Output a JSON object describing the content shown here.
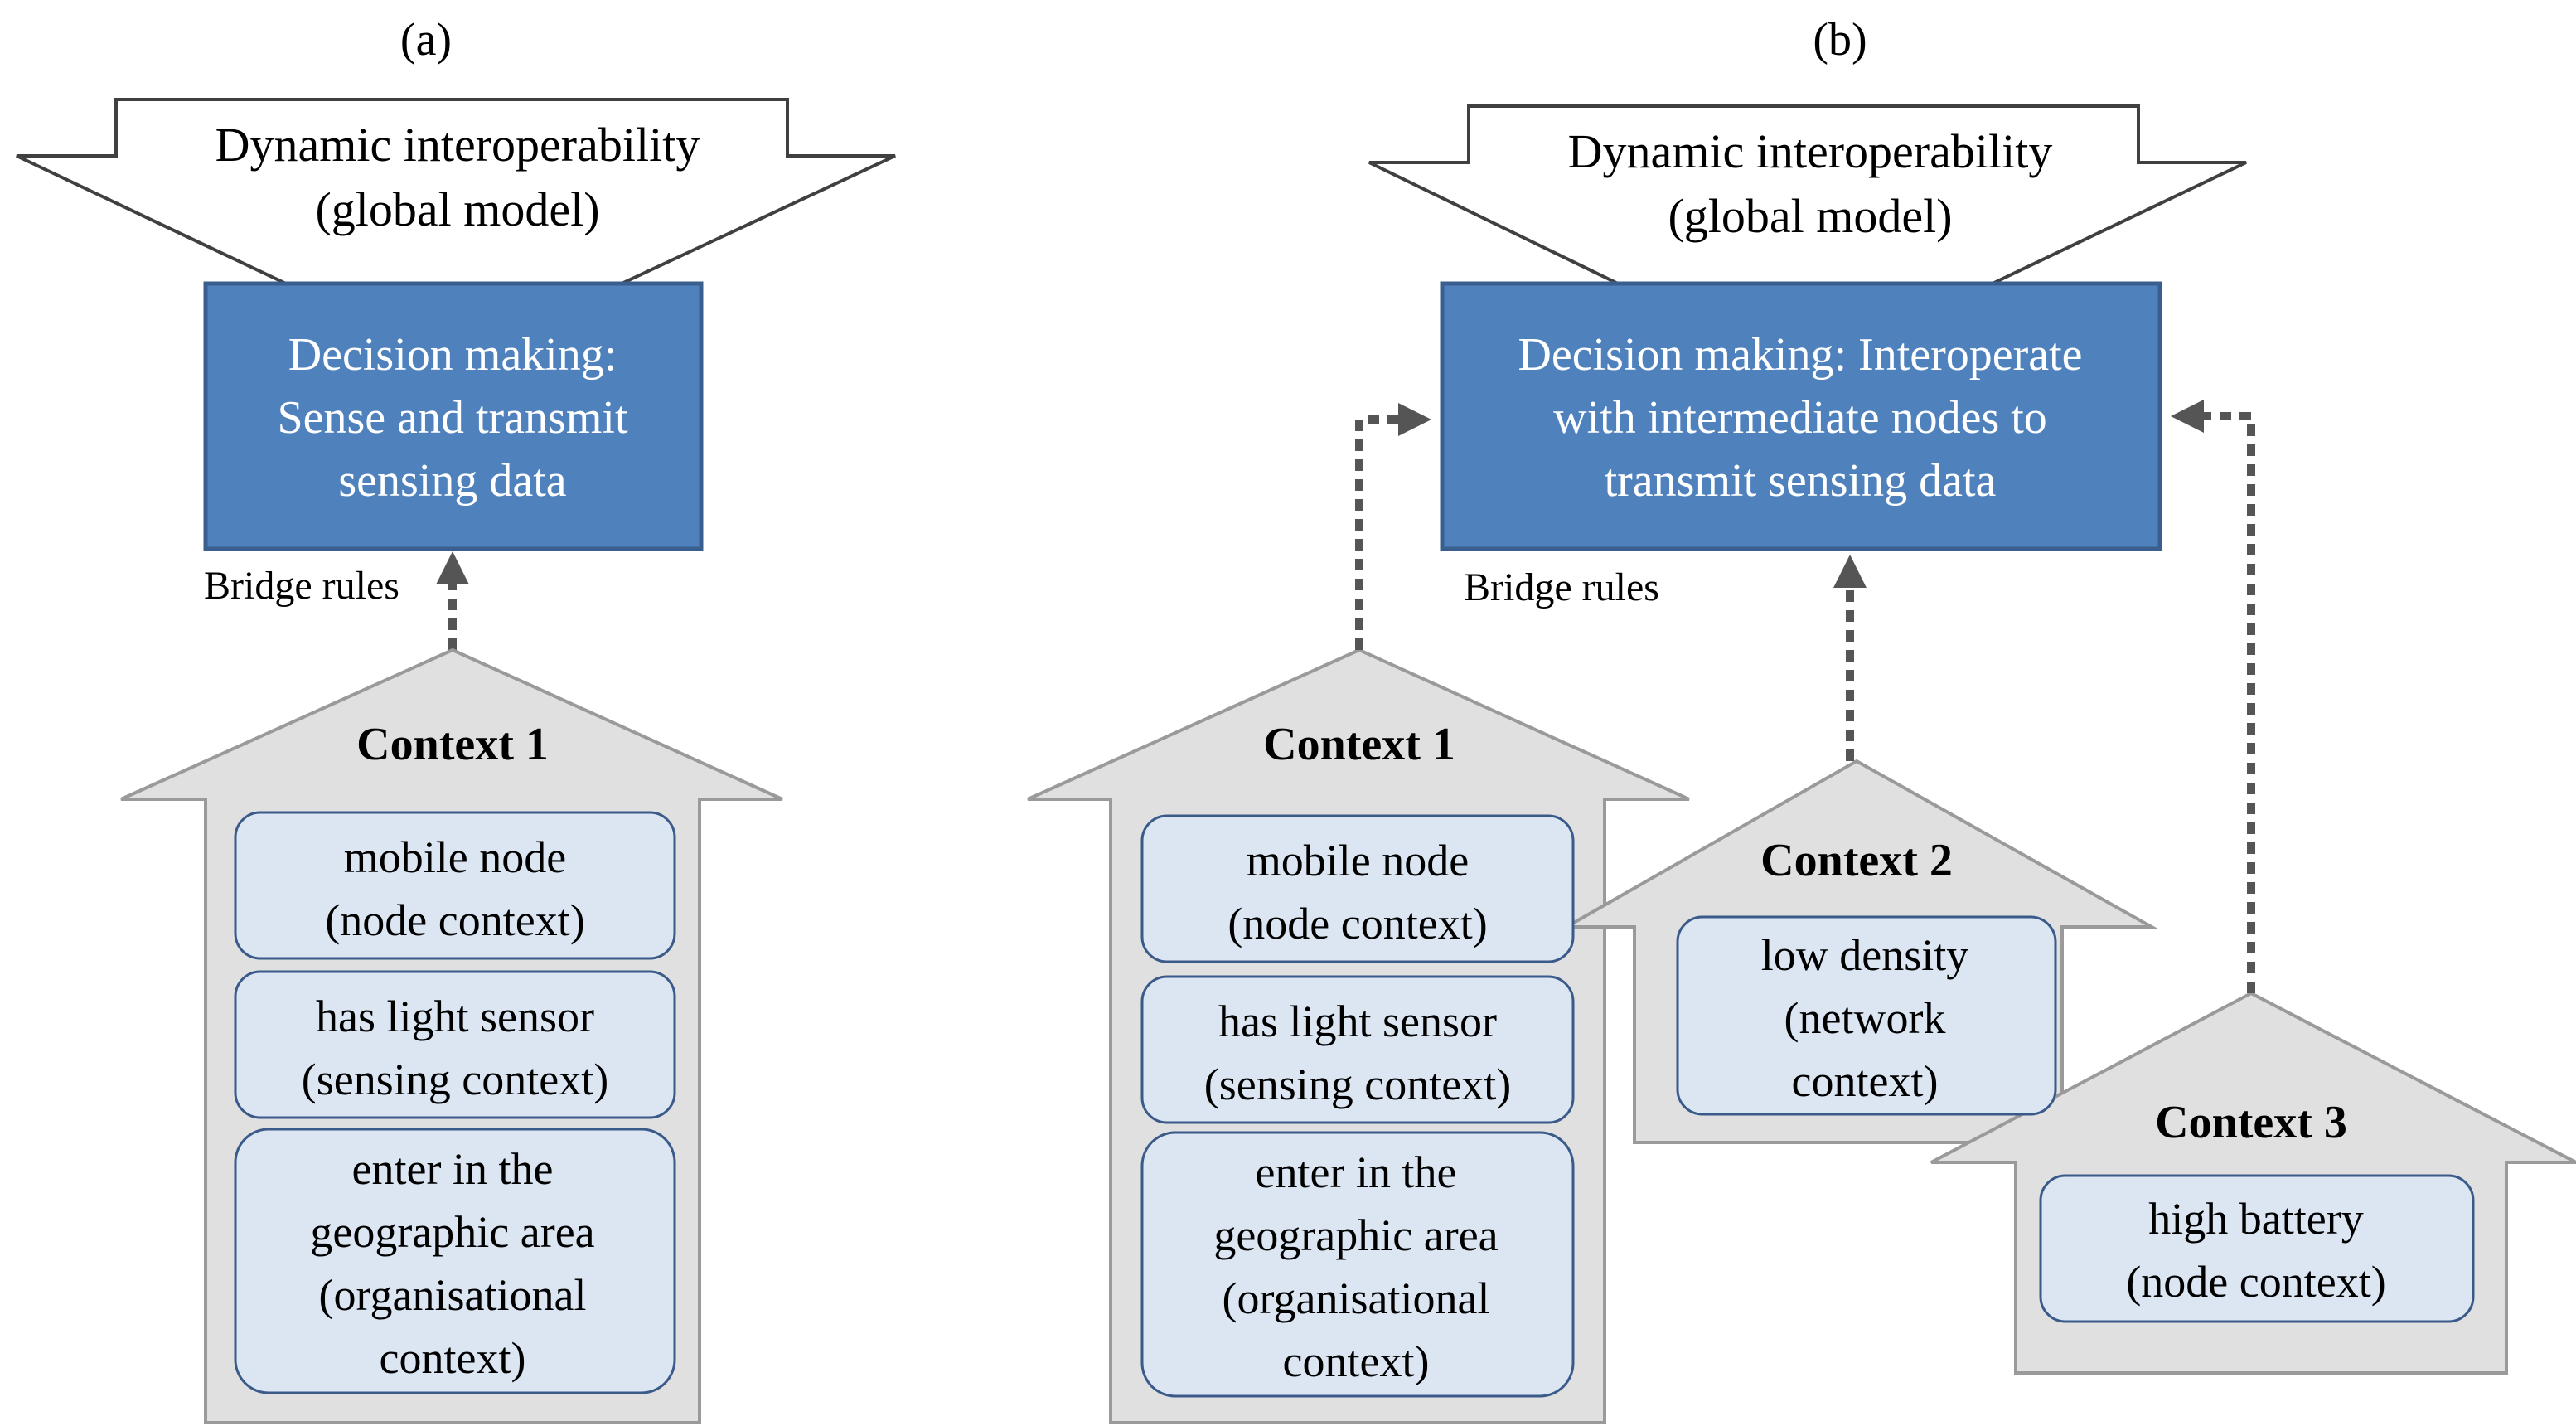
{
  "colors": {
    "decision_fill": "#4f81bd",
    "decision_stroke": "#3a5f8f",
    "context_fill": "#e0e0e0",
    "context_stroke": "#9a9a9a",
    "item_fill": "#dce6f2",
    "item_stroke": "#3a5a8a",
    "connector": "#555555"
  },
  "panel_a": {
    "label": "(a)",
    "model": {
      "line1": "Dynamic interoperability",
      "line2": "(global model)"
    },
    "decision": {
      "line1": "Decision making:",
      "line2": "Sense and transmit",
      "line3": "sensing data"
    },
    "bridge": "Bridge rules",
    "context1": {
      "title": "Context 1",
      "items": [
        {
          "line1": "mobile node",
          "line2": "(node context)"
        },
        {
          "line1": "has light sensor",
          "line2": "(sensing context)"
        },
        {
          "line1": "enter in the",
          "line2": "geographic area",
          "line3": "(organisational",
          "line4": "context)"
        }
      ]
    }
  },
  "panel_b": {
    "label": "(b)",
    "model": {
      "line1": "Dynamic interoperability",
      "line2": "(global model)"
    },
    "decision": {
      "line1": "Decision making: Interoperate",
      "line2": "with intermediate nodes to",
      "line3": "transmit sensing data"
    },
    "bridge": "Bridge rules",
    "context1": {
      "title": "Context 1",
      "items": [
        {
          "line1": "mobile node",
          "line2": "(node context)"
        },
        {
          "line1": "has light sensor",
          "line2": "(sensing context)"
        },
        {
          "line1": "enter in the",
          "line2": "geographic area",
          "line3": "(organisational",
          "line4": "context)"
        }
      ]
    },
    "context2": {
      "title": "Context 2",
      "items": [
        {
          "line1": "low density",
          "line2": "(network",
          "line3": "context)"
        }
      ]
    },
    "context3": {
      "title": "Context 3",
      "items": [
        {
          "line1": "high battery",
          "line2": "(node context)"
        }
      ]
    }
  }
}
